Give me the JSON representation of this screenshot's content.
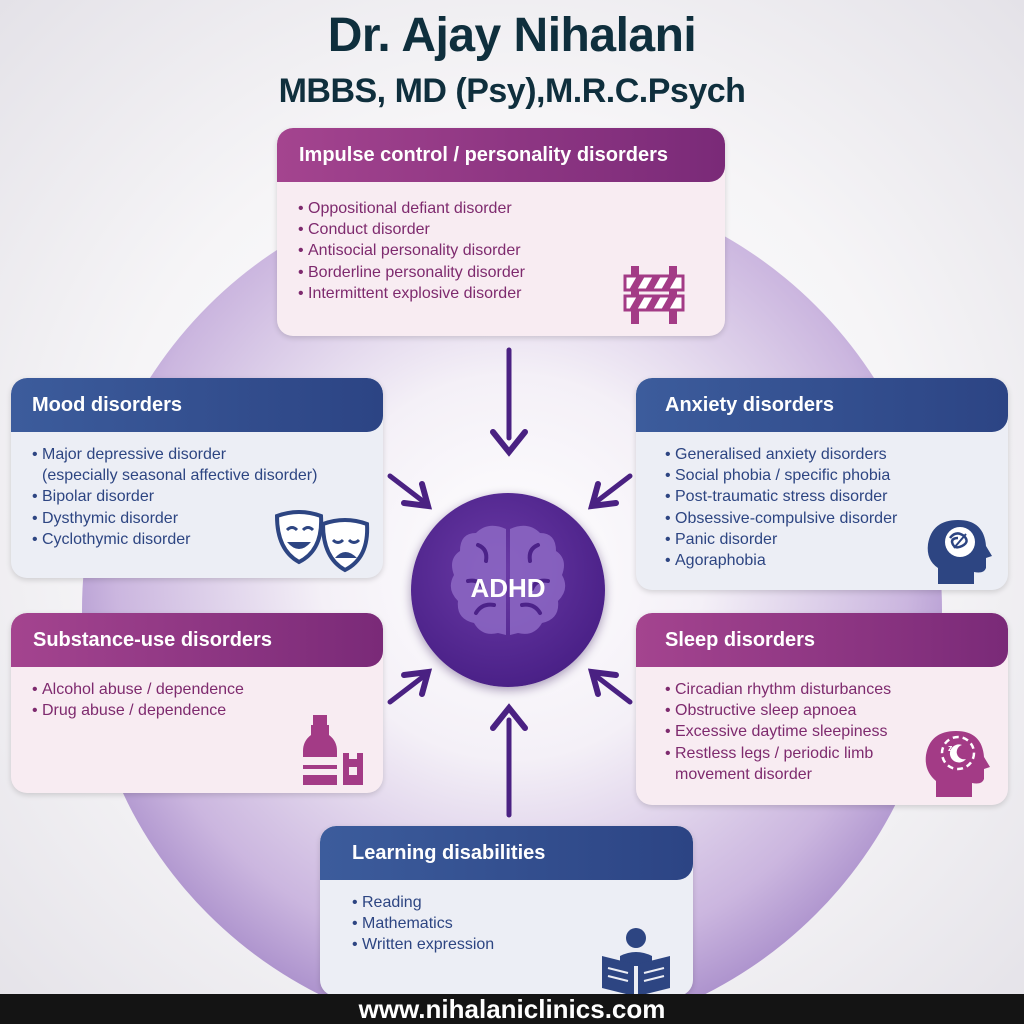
{
  "header": {
    "title": "Dr. Ajay Nihalani",
    "subtitle": "MBBS, MD (Psy),M.R.C.Psych"
  },
  "center": {
    "label": "ADHD"
  },
  "boxes": {
    "impulse": {
      "title": "Impulse control / personality disorders",
      "items": [
        "Oppositional defiant disorder",
        "Conduct disorder",
        "Antisocial personality disorder",
        "Borderline personality disorder",
        "Intermittent explosive disorder"
      ]
    },
    "mood": {
      "title": "Mood disorders",
      "items": [
        "Major depressive disorder",
        "(especially seasonal affective disorder)",
        "Bipolar disorder",
        "Dysthymic disorder",
        "Cyclothymic disorder"
      ]
    },
    "anxiety": {
      "title": "Anxiety disorders",
      "items": [
        "Generalised anxiety disorders",
        "Social phobia / specific phobia",
        "Post-traumatic stress disorder",
        "Obsessive-compulsive disorder",
        "Panic disorder",
        "Agoraphobia"
      ]
    },
    "substance": {
      "title": "Substance-use disorders",
      "items": [
        "Alcohol abuse / dependence",
        "Drug abuse / dependence"
      ]
    },
    "sleep": {
      "title": "Sleep disorders",
      "items": [
        "Circadian rhythm disturbances",
        "Obstructive sleep apnoea",
        "Excessive daytime sleepiness",
        "Restless legs / periodic limb",
        "movement disorder"
      ]
    },
    "learning": {
      "title": "Learning disabilities",
      "items": [
        "Reading",
        "Mathematics",
        "Written expression"
      ]
    }
  },
  "footer": {
    "url": "www.nihalaniclinics.com"
  },
  "colors": {
    "pink_header": "#a4448f",
    "blue_header": "#3c5c9c",
    "hub": "#4c2289",
    "arrow": "#4a2182"
  },
  "icons": [
    "barrier-icon",
    "theatre-masks-icon",
    "head-anxiety-icon",
    "bottle-glass-icon",
    "head-sleep-icon",
    "reading-person-icon",
    "brain-icon"
  ]
}
